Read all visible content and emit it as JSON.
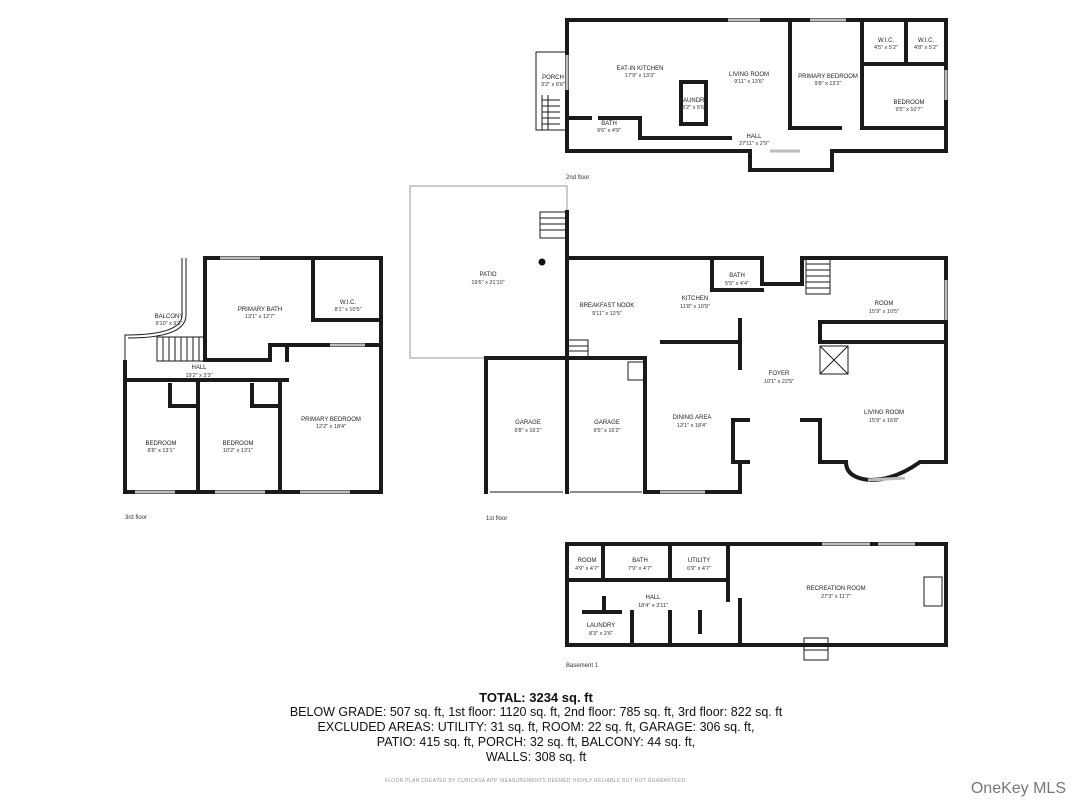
{
  "floors": {
    "second": {
      "label": "2nd floor",
      "rooms": [
        {
          "name": "EAT-IN KITCHEN",
          "dims": "17'9\" x 13'3\""
        },
        {
          "name": "LIVING ROOM",
          "dims": "9'11\" x 13'6\""
        },
        {
          "name": "PRIMARY BEDROOM",
          "dims": "9'8\" x 13'2\""
        },
        {
          "name": "W.I.C.",
          "dims": "4'5\" x 5'2\""
        },
        {
          "name": "W.I.C.",
          "dims": "4'8\" x 5'2\""
        },
        {
          "name": "BEDROOM",
          "dims": "9'5\" x 10'7\""
        },
        {
          "name": "PORCH",
          "dims": "3'2\" x 6'6\""
        },
        {
          "name": "LAUNDRY",
          "dims": "3'2\" x 5'6\""
        },
        {
          "name": "BATH",
          "dims": "9'6\" x 4'9\""
        },
        {
          "name": "HALL",
          "dims": "27'11\" x 2'9\""
        }
      ]
    },
    "third": {
      "label": "3rd floor",
      "rooms": [
        {
          "name": "BALCONY",
          "dims": "9'10\" x 9'3\""
        },
        {
          "name": "PRIMARY BATH",
          "dims": "13'1\" x 12'7\""
        },
        {
          "name": "W.I.C.",
          "dims": "8'1\" x 10'5\""
        },
        {
          "name": "HALL",
          "dims": "19'2\" x 3'3\""
        },
        {
          "name": "BEDROOM",
          "dims": "8'8\" x 13'1\""
        },
        {
          "name": "BEDROOM",
          "dims": "10'2\" x 13'1\""
        },
        {
          "name": "PRIMARY BEDROOM",
          "dims": "12'2\" x 18'4\""
        }
      ]
    },
    "first": {
      "label": "1st floor",
      "rooms": [
        {
          "name": "PATIO",
          "dims": "19'6\" x 21'10\""
        },
        {
          "name": "BREAKFAST NOOK",
          "dims": "9'11\" x 12'5\""
        },
        {
          "name": "KITCHEN",
          "dims": "11'8\" x 10'9\""
        },
        {
          "name": "BATH",
          "dims": "5'5\" x 4'4\""
        },
        {
          "name": "ROOM",
          "dims": "15'9\" x 10'5\""
        },
        {
          "name": "FOYER",
          "dims": "10'1\" x 22'5\""
        },
        {
          "name": "GARAGE",
          "dims": "9'8\" x 16'2\""
        },
        {
          "name": "GARAGE",
          "dims": "9'5\" x 16'2\""
        },
        {
          "name": "DINING AREA",
          "dims": "12'1\" x 18'4\""
        },
        {
          "name": "LIVING ROOM",
          "dims": "15'9\" x 16'8\""
        }
      ]
    },
    "basement": {
      "label": "Basement 1",
      "rooms": [
        {
          "name": "ROOM",
          "dims": "4'9\" x 4'7\""
        },
        {
          "name": "BATH",
          "dims": "7'9\" x 4'7\""
        },
        {
          "name": "UTILITY",
          "dims": "6'9\" x 4'7\""
        },
        {
          "name": "RECREATION ROOM",
          "dims": "27'3\" x 11'7\""
        },
        {
          "name": "HALL",
          "dims": "18'4\" x 3'11\""
        },
        {
          "name": "LAUNDRY",
          "dims": "8'3\" x 2'6\""
        }
      ]
    }
  },
  "summary": {
    "total": "TOTAL: 3234 sq. ft",
    "line1": "BELOW GRADE: 507 sq. ft, 1st floor: 1120 sq. ft, 2nd floor: 785 sq. ft, 3rd floor: 822 sq. ft",
    "line2": "EXCLUDED AREAS: UTILITY: 31 sq. ft, ROOM: 22 sq. ft, GARAGE: 306 sq. ft,",
    "line3": "PATIO: 415 sq. ft, PORCH: 32 sq. ft, BALCONY: 44 sq. ft,",
    "line4": "WALLS: 308 sq. ft"
  },
  "disclaimer": "FLOOR PLAN CREATED BY CUBICASA APP. MEASUREMENTS DEEMED HIGHLY RELIABLE BUT NOT GUARANTEED.",
  "brand": "OneKey MLS"
}
